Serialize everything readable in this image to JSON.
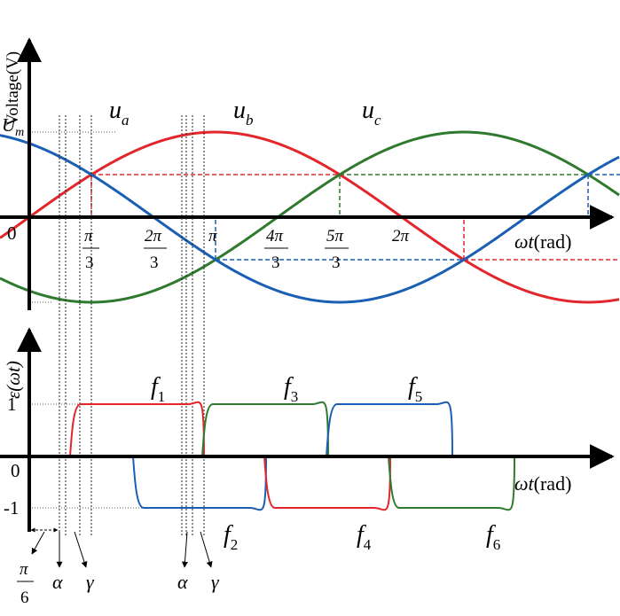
{
  "top_plot": {
    "ylabel": "Voltage(V)",
    "um_label": "U",
    "um_sub": "m",
    "origin_label": "0",
    "xaxis_label_var": "ωt",
    "xaxis_label_unit": "(rad)",
    "curve_labels": [
      {
        "main": "u",
        "sub": "a",
        "color": "#e3262c"
      },
      {
        "main": "u",
        "sub": "b",
        "color": "#2f7a2f"
      },
      {
        "main": "u",
        "sub": "c",
        "color": "#1a5fb4"
      }
    ],
    "ticks": {
      "pi3_num": "π",
      "pi3_den": "3",
      "2pi3_num": "2π",
      "2pi3_den": "3",
      "pi": "π",
      "4pi3_num": "4π",
      "4pi3_den": "3",
      "5pi3_num": "5π",
      "5pi3_den": "3",
      "2pi": "2π"
    }
  },
  "bottom_plot": {
    "ylabel": "ε(ωt)",
    "one_label": "1",
    "zero_label": "0",
    "minus_one_label": "-1",
    "xaxis_label_var": "ωt",
    "xaxis_label_unit": "(rad)",
    "pulse_labels": [
      {
        "main": "f",
        "sub": "1"
      },
      {
        "main": "f",
        "sub": "2"
      },
      {
        "main": "f",
        "sub": "3"
      },
      {
        "main": "f",
        "sub": "4"
      },
      {
        "main": "f",
        "sub": "5"
      },
      {
        "main": "f",
        "sub": "6"
      }
    ]
  },
  "annotations": {
    "pi6_num": "π",
    "pi6_den": "6",
    "alpha": "α",
    "gamma": "γ"
  },
  "colors": {
    "phase_a": "#e3262c",
    "phase_b": "#2f7a2f",
    "phase_c": "#1a5fb4",
    "axis": "#000000"
  }
}
